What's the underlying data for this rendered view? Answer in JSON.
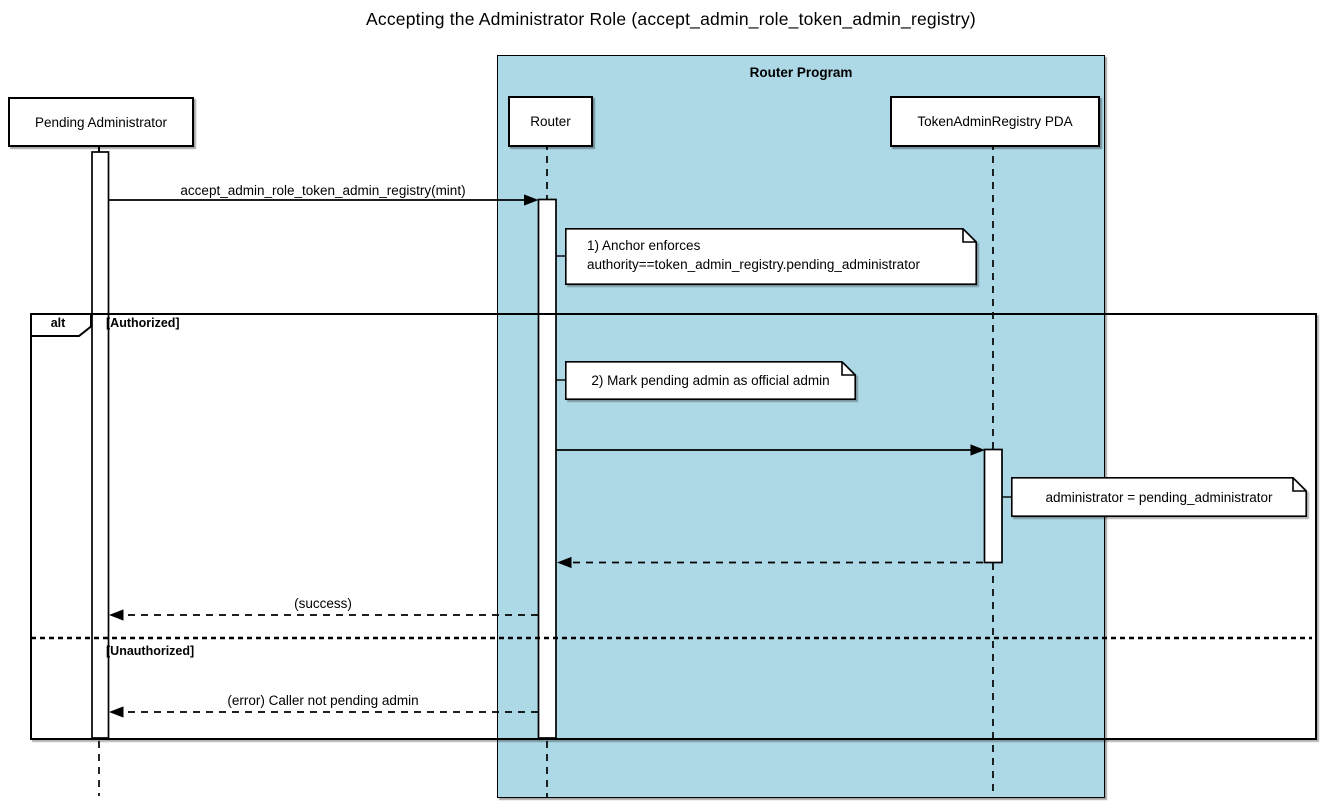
{
  "title": "Accepting the Administrator Role (accept_admin_role_token_admin_registry)",
  "colors": {
    "program_frame_fill": "#ADD8E6",
    "line": "#000000",
    "note_fill": "#FFFFFF",
    "background": "#FFFFFF"
  },
  "program_frame": {
    "label": "Router Program"
  },
  "participants": [
    {
      "name": "Pending Administrator"
    },
    {
      "name": "Router"
    },
    {
      "name": "TokenAdminRegistry PDA"
    }
  ],
  "alt_frame": {
    "operator": "alt",
    "guard_authorized": "[Authorized]",
    "guard_unauthorized": "[Unauthorized]"
  },
  "messages": [
    {
      "label": "accept_admin_role_token_admin_registry(mint)",
      "from": "Pending Administrator",
      "to": "Router",
      "style": "solid"
    },
    {
      "label": "",
      "from": "Router",
      "to": "TokenAdminRegistry PDA",
      "style": "solid"
    },
    {
      "label": "",
      "from": "TokenAdminRegistry PDA",
      "to": "Router",
      "style": "dashed-return"
    },
    {
      "label": "(success)",
      "from": "Router",
      "to": "Pending Administrator",
      "style": "dashed-return"
    },
    {
      "label": "(error) Caller not pending admin",
      "from": "Router",
      "to": "Pending Administrator",
      "style": "dashed-return"
    }
  ],
  "notes": [
    {
      "lines": [
        "1) Anchor enforces",
        "authority==token_admin_registry.pending_administrator"
      ]
    },
    {
      "lines": [
        "2) Mark pending admin as official admin"
      ]
    },
    {
      "lines": [
        "administrator = pending_administrator"
      ]
    }
  ]
}
